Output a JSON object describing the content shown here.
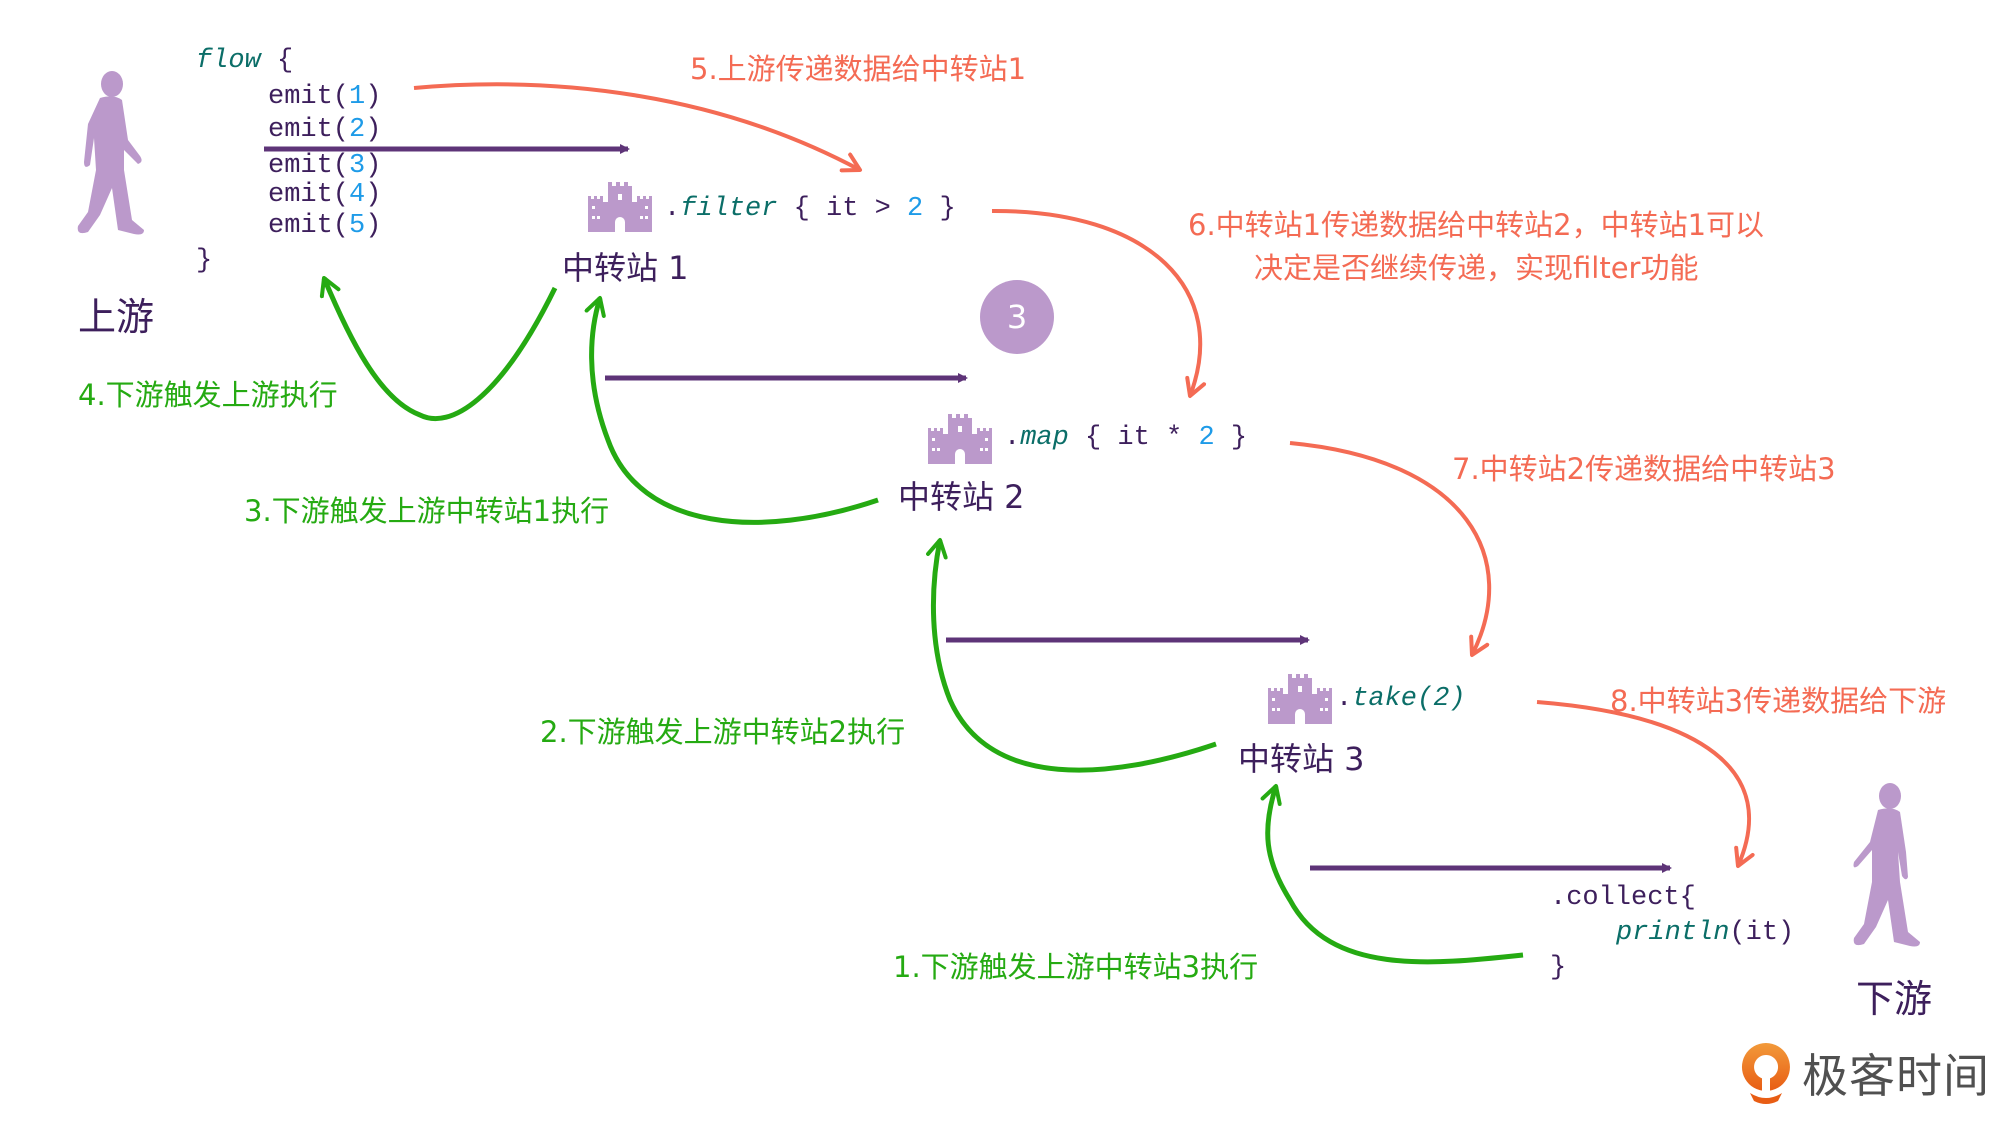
{
  "upstream": {
    "label": "上游",
    "code": {
      "open_kw": "flow",
      "open_brace": " {",
      "emits": [
        {
          "fn": "emit(",
          "value": "1",
          "close": ")"
        },
        {
          "fn": "emit(",
          "value": "2",
          "close": ")"
        },
        {
          "fn": "emit(",
          "value": "3",
          "close": ")"
        },
        {
          "fn": "emit(",
          "value": "4",
          "close": ")"
        },
        {
          "fn": "emit(",
          "value": "5",
          "close": ")"
        }
      ],
      "close_brace": "}"
    }
  },
  "stations": [
    {
      "label": "中转站 1",
      "op_dot": ".",
      "op_kw": "filter",
      "op_pre": " { it > ",
      "op_num": "2",
      "op_post": " }"
    },
    {
      "label": "中转站 2",
      "op_dot": ".",
      "op_kw": "map",
      "op_pre": " { it * ",
      "op_num": "2",
      "op_post": " }"
    },
    {
      "label": "中转站 3",
      "op_dot": ".",
      "op_kw": "take(2)",
      "op_pre": "",
      "op_num": "",
      "op_post": ""
    }
  ],
  "downstream": {
    "label": "下游",
    "code": {
      "line1": ".collect{",
      "line2_kw": "println",
      "line2_rest": "(it)",
      "line3": "}"
    }
  },
  "badge": "3",
  "steps_data": [
    {
      "n": 5,
      "text": "5.上游传递数据给中转站1"
    },
    {
      "n": 6,
      "text_line1": "6.中转站1传递数据给中转站2，中转站1可以",
      "text_line2": "决定是否继续传递，实现filter功能"
    },
    {
      "n": 7,
      "text": "7.中转站2传递数据给中转站3"
    },
    {
      "n": 8,
      "text": "8.中转站3传递数据给下游"
    }
  ],
  "steps_trigger": [
    {
      "n": 1,
      "text": "1.下游触发上游中转站3执行"
    },
    {
      "n": 2,
      "text": "2.下游触发上游中转站2执行"
    },
    {
      "n": 3,
      "text": "3.下游触发上游中转站1执行"
    },
    {
      "n": 4,
      "text": "4.下游触发上游执行"
    }
  ],
  "logo": {
    "text": "极客时间"
  },
  "colors": {
    "data_flow": "#f46b54",
    "trigger_flow": "#25aa12",
    "pipeline_arrow": "#5e3478",
    "accent_purple": "#bb99cb",
    "code_text": "#3d1f5c",
    "code_keyword": "#0b6e68",
    "code_number": "#1e9be8"
  }
}
